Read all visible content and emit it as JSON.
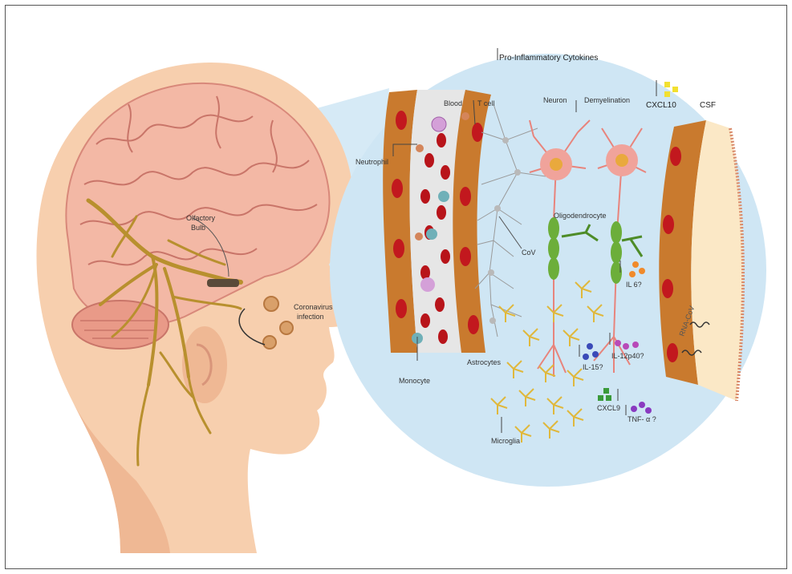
{
  "labels": {
    "pro_inflammatory": "Pro-Inflammatory Cytokines",
    "t_cell": "T cell",
    "blood": "Blood",
    "neuron": "Neuron",
    "demyelination": "Demyelination",
    "cxcl10": "CXCL10",
    "csf": "CSF",
    "neutrophil": "Neutrophil",
    "oligodendrocyte": "Oligodendrocyte",
    "cov": "CoV",
    "il6": "IL 6?",
    "rna_cov": "RNA-CoV",
    "il12": "IL-12p40?",
    "il15": "IL-15?",
    "monocyte": "Monocyte",
    "astrocytes": "Astrocytes",
    "cxcl9": "CXCL9",
    "tnf": "TNF- α ?",
    "microglia": "Microglia",
    "olfactory_line1": "Olfactory",
    "olfactory_line2": "Bulb",
    "corona_line1": "Coronavirus",
    "corona_line2": "infection"
  },
  "colors": {
    "skin": "#f7cfae",
    "skin_shadow": "#efb894",
    "brain": "#f3b8a5",
    "nerve": "#b8902e",
    "zoom_bg": "#cfe6f4",
    "vessel_wall": "#c97a2e",
    "blood_red": "#c2181e",
    "neuron": "#e8847c",
    "oligo": "#6cae3a",
    "microglia": "#e9c34c",
    "csf": "#fbe8c6",
    "virus": "#d9a06a"
  }
}
